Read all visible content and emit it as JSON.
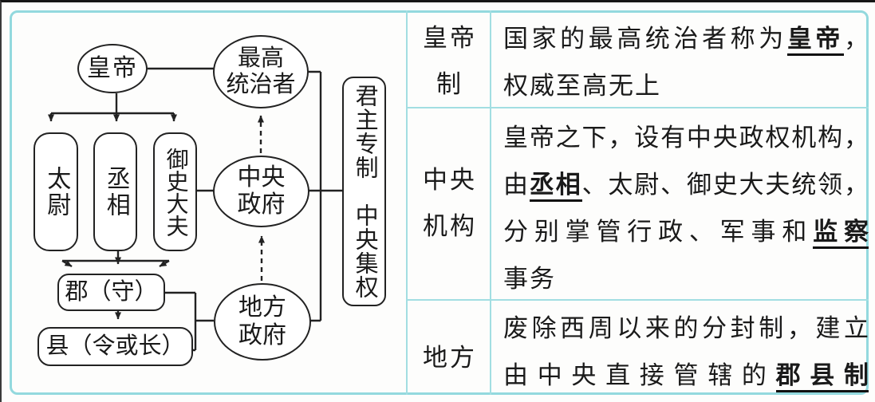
{
  "colors": {
    "grid": "#93d9de",
    "wire": "#222222",
    "text": "#1a1a1a"
  },
  "diagram": {
    "nodes": {
      "emperor": {
        "label": "皇帝"
      },
      "supreme": {
        "lines": [
          "最高",
          "统治者"
        ]
      },
      "central": {
        "lines": [
          "中央",
          "政府"
        ]
      },
      "local": {
        "lines": [
          "地方",
          "政府"
        ]
      },
      "taiwei": {
        "label": "太尉"
      },
      "chengxiang": {
        "label": "丞相"
      },
      "yushidafu": {
        "label": "御史大夫"
      },
      "commandery": {
        "label": "郡（守）"
      },
      "county": {
        "label": "县（令或长）"
      },
      "system": {
        "label": "君主专制　中央集权"
      }
    }
  },
  "table": {
    "rows": [
      {
        "label_lines": [
          "皇帝",
          "制"
        ],
        "content_lines": [
          {
            "justify": true,
            "segments": [
              {
                "text": "国家的最高统治者称为"
              },
              {
                "text": "皇帝",
                "em": true
              },
              {
                "text": "，"
              }
            ]
          },
          {
            "justify": false,
            "segments": [
              {
                "text": "权威至高无上"
              }
            ]
          }
        ]
      },
      {
        "label_lines": [
          "中央",
          "机构"
        ],
        "content_lines": [
          {
            "justify": true,
            "segments": [
              {
                "text": "皇帝之下，设有中央政权机构，"
              }
            ]
          },
          {
            "justify": true,
            "segments": [
              {
                "text": "由"
              },
              {
                "text": "丞相",
                "em": true
              },
              {
                "text": "、太尉、御史大夫统领，"
              }
            ]
          },
          {
            "justify": true,
            "segments": [
              {
                "text": "分别掌管行政、军事和"
              },
              {
                "text": "监察",
                "em": true
              }
            ]
          },
          {
            "justify": false,
            "segments": [
              {
                "text": "事务"
              }
            ]
          }
        ]
      },
      {
        "label_lines": [
          "地方"
        ],
        "content_lines": [
          {
            "justify": true,
            "segments": [
              {
                "text": "废除西周以来的分封制，建立"
              }
            ]
          },
          {
            "justify": true,
            "segments": [
              {
                "text": "由中央直接管辖的"
              },
              {
                "text": "郡县制",
                "em": true
              }
            ]
          }
        ]
      }
    ]
  }
}
